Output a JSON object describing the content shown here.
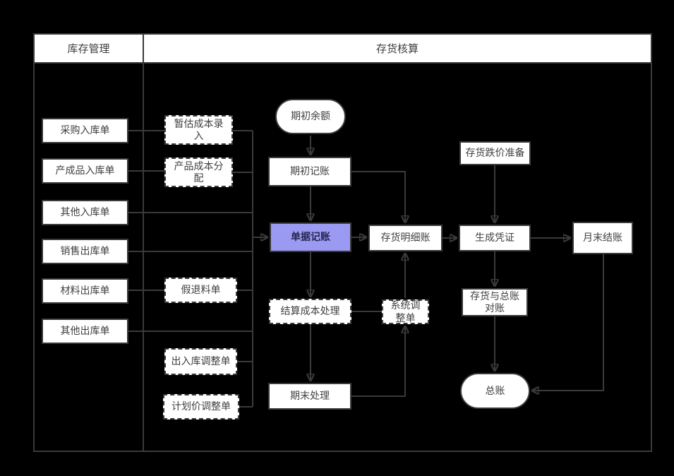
{
  "diagram": {
    "lanes": {
      "inventory_management": "库存管理",
      "inventory_accounting": "存货核算"
    },
    "nodes": {
      "purchase_in": "采购入库单",
      "finished_goods_in": "产成品入库单",
      "other_in": "其他入库单",
      "sales_out": "销售出库单",
      "material_out": "材料出库单",
      "other_out": "其他出库单",
      "estimated_cost_entry": "暂估成本录\n入",
      "product_cost_allocation": "产品成本分\n配",
      "fake_return": "假退料单",
      "in_out_adjustment": "出入库调整单",
      "planned_price_adjustment": "计划价调整单",
      "opening_balance": "期初余额",
      "opening_posting": "期初记账",
      "document_posting": "单据记账",
      "settlement_cost_processing": "结算成本处理",
      "period_end_processing": "期末处理",
      "inventory_detail_ledger": "存货明细账",
      "system_adjustment": "系统调\n整单",
      "inventory_depreciation_reserve": "存货跌价准备",
      "generate_voucher": "生成凭证",
      "month_end_closing": "月末结账",
      "inventory_gl_reconciliation": "存货与总账\n对账",
      "general_ledger": "总账"
    },
    "colors": {
      "background": "#000000",
      "line": "#3a3a3a",
      "node_fill": "#ffffff",
      "highlight_fill": "#9a9af2"
    }
  }
}
